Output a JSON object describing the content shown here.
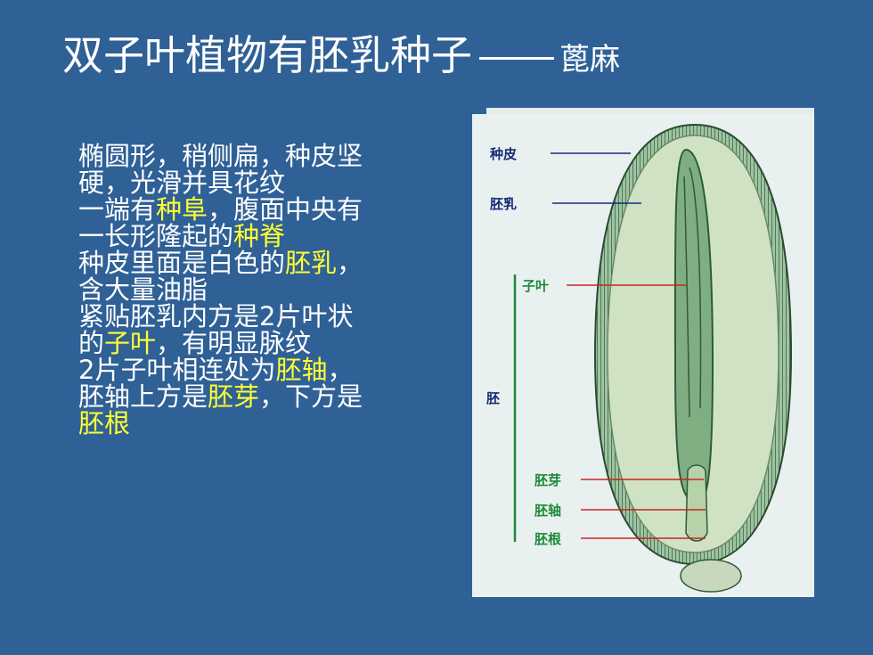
{
  "slide": {
    "title": "双子叶植物有胚乳种子",
    "subtitle": "蓖麻"
  },
  "body": {
    "lines": [
      [
        {
          "t": "椭圆形，稍侧扁，种皮坚"
        }
      ],
      [
        {
          "t": "硬，光滑并具花纹"
        }
      ],
      [
        {
          "t": "一端有"
        },
        {
          "t": "种阜",
          "h": true
        },
        {
          "t": "，腹面中央有"
        }
      ],
      [
        {
          "t": "一长形隆起的"
        },
        {
          "t": "种脊",
          "h": true
        }
      ],
      [
        {
          "t": "种皮里面是白色的"
        },
        {
          "t": "胚乳",
          "h": true
        },
        {
          "t": "，"
        }
      ],
      [
        {
          "t": "含大量油脂"
        }
      ],
      [
        {
          "t": "紧贴胚乳内方是2片叶状"
        }
      ],
      [
        {
          "t": "的"
        },
        {
          "t": "子叶",
          "h": true
        },
        {
          "t": "，有明显脉纹"
        }
      ],
      [
        {
          "t": "2片子叶相连处为"
        },
        {
          "t": "胚轴",
          "h": true
        },
        {
          "t": "，"
        }
      ],
      [
        {
          "t": "胚轴上方是"
        },
        {
          "t": "胚芽",
          "h": true
        },
        {
          "t": "，下方是"
        }
      ],
      [
        {
          "t": "胚根",
          "h": true
        }
      ]
    ]
  },
  "figure": {
    "labels": {
      "seed_coat": "种皮",
      "endosperm": "胚乳",
      "cotyledon": "子叶",
      "embryo": "胚",
      "plumule": "胚芽",
      "hypocotyl": "胚轴",
      "radicle": "胚根"
    }
  },
  "colors": {
    "background": "#2f6096",
    "text": "#ffffff",
    "highlight": "#ffff33",
    "label_blue": "#1a2a7a",
    "label_green": "#1d8a3a",
    "pointer_red": "#cc2222"
  }
}
